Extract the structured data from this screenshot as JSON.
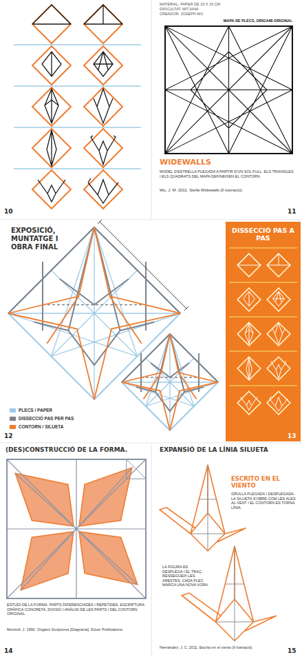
{
  "diagram": {
    "nodes": [
      {
        "text": [
          "DISSECCIÓ PAS A PAS"
        ]
      }
    ],
    "labels": [
      "10",
      "MATERIAL: PAPER DE 15 X 15 CM",
      "DIFICULTAT: MITJANA",
      "CREADOR: JOSEPH WU",
      "MAPA DE PLECS, ORIGAMI ORIGINAL",
      "WIDEWALLS",
      "MODEL D'ESTRELLA PLEGADA A PARTIR D'UN SOL FULL. ELS TRIANGLES I ELS QUADRATS DEL MAPA DEFINEIXEN EL CONTORN.",
      "Wu, J. M. 2011. Stella Widewalls [Il·lustració].",
      "11",
      "EXPOSICIÓ, MUNTATGE I OBRA FINAL",
      "12",
      "13",
      "(DES)CONSTRUCCIÓ DE LA FORMA.",
      "ESTUDI DE LA FORMA. PARTS DIFERENCIADES I REPETIDES. ESCRIPTURA GRÀFICA CONCRETA, DIVISIÓ I ANÀLISI DE LES PARTS I DEL CONTORN ORIGINAL.",
      "Montroll, J. 1990. Origami Sculptures [Diagrama]. Dover Publications.",
      "14",
      "EXPANSIÓ DE LA LÍNIA SILUETA",
      "ESCRITO EN EL VIENTO",
      "GRULLA PLEGADA I DESPLEGADA. LA SILUETA S'OBRE COM LES ALES AL VENT I EL CONTORN ES TORNA LÍNIA.",
      "LA FIGURA ES DESPLEGA I EL TRAÇ RESSEGUEIX LES ARESTES. CADA PLEC MARCA UNA NOVA VORA.",
      "Hernández, J. C. 2011. Escrito en el viento [Il·lustració].",
      "15"
    ],
    "legend": [
      {
        "text": "PLECS / PAPER",
        "color": "#9fcbe6"
      },
      {
        "text": "DISSECCIÓ PAS PER PAS",
        "color": "#7d838b"
      },
      {
        "text": "CONTORN / SILUETA",
        "color": "#ef7d32"
      }
    ]
  }
}
